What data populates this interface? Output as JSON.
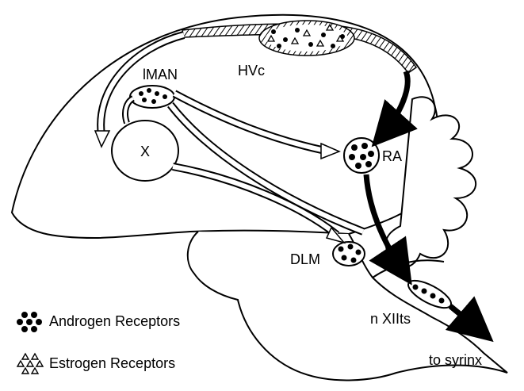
{
  "labels": {
    "lman": "lMAN",
    "hvc": "HVc",
    "x": "X",
    "ra": "RA",
    "dlm": "DLM",
    "nxiits": "n XIIts",
    "syrinx": "to syrinx"
  },
  "legend": {
    "androgen": "Androgen Receptors",
    "estrogen": "Estrogen Receptors"
  }
}
